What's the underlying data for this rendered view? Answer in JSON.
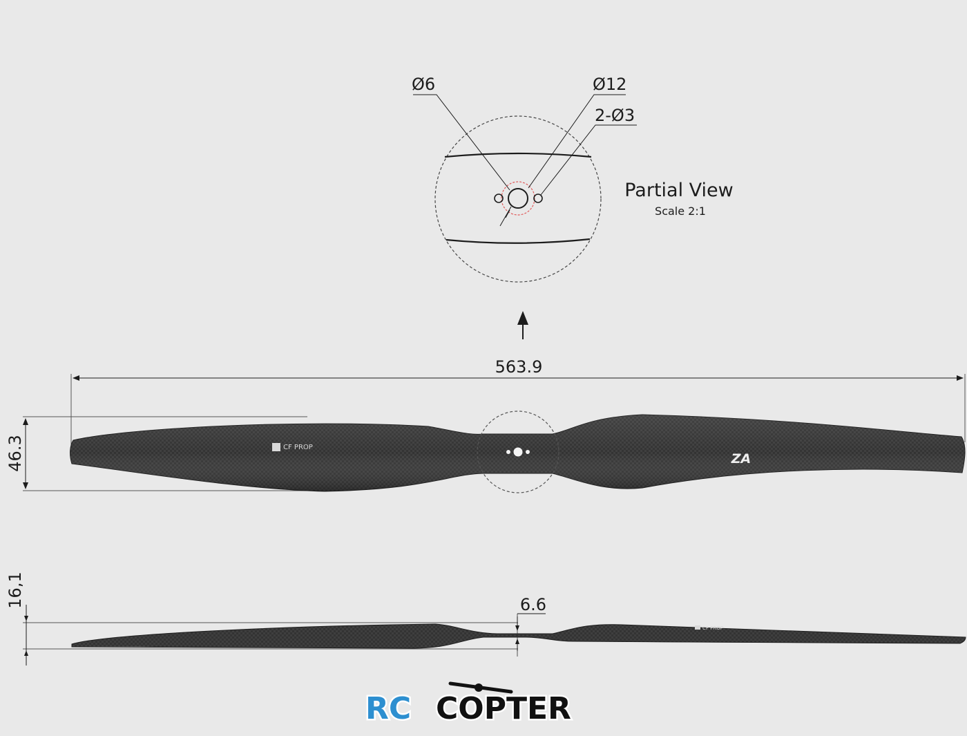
{
  "partial_view": {
    "title": "Partial View",
    "scale": "Scale 2:1",
    "hole_center_label": "Ø6",
    "hub_label": "Ø12",
    "mount_holes_label": "2-Ø3"
  },
  "top_view": {
    "length_label": "563.9",
    "width_label": "46.3",
    "brand_mark": "CF PROP",
    "series_mark": "ZA"
  },
  "side_view": {
    "height_label": "16,1",
    "hub_thickness_label": "6.6",
    "brand_mark": "CF PROP"
  },
  "watermark": {
    "part1": "RC",
    "part2": "COPTER",
    "color1": "#2d8fd0",
    "color2": "#111111"
  },
  "colors": {
    "background": "#e9e9e9",
    "blade_dark": "#2b2b2b",
    "blade_light": "#5a5a5a",
    "line": "#1c1c1c",
    "hub_ring": "#e05a5a"
  }
}
